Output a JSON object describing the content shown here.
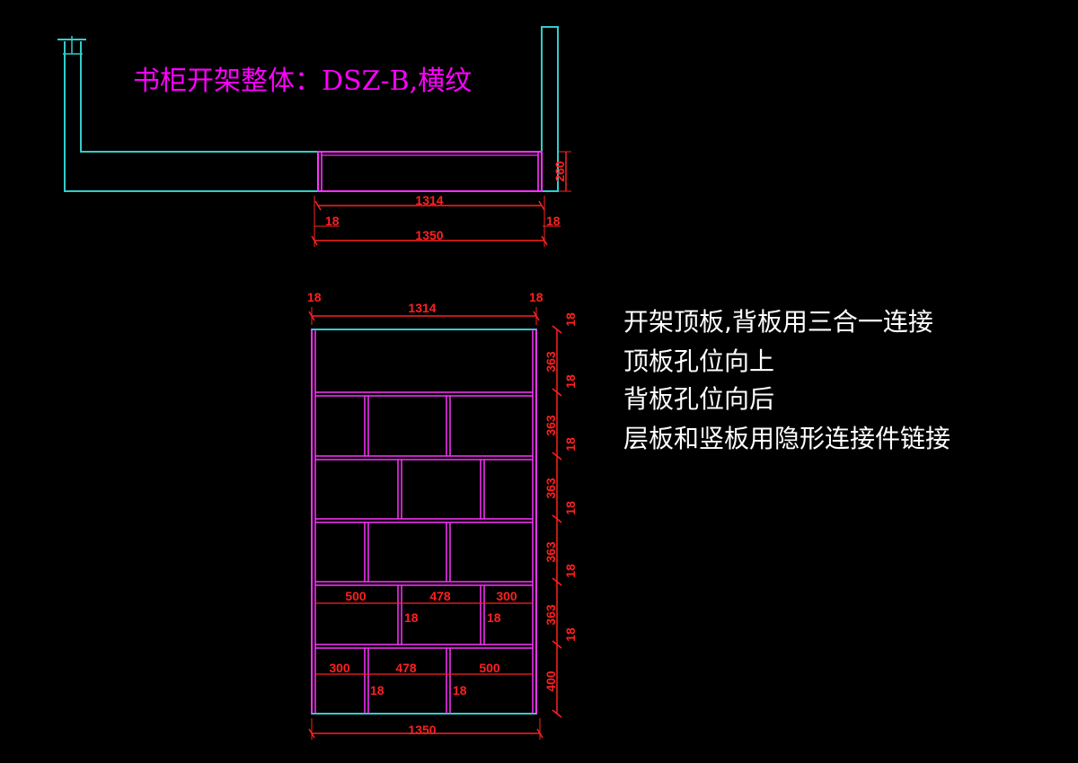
{
  "title": "书柜开架整体：DSZ-B,横纹",
  "notes": [
    "开架顶板,背板用三合一连接",
    "顶板孔位向上",
    "背板孔位向后",
    "层板和竖板用隐形连接件链接"
  ],
  "colors": {
    "background": "#000000",
    "wall": "#33cccc",
    "panel": "#ff33ff",
    "dimension": "#ff2020",
    "title": "#ff00ff",
    "note": "#ffffff"
  },
  "plan_dims": {
    "inner_width": "1314",
    "outer_width": "1350",
    "side_left": "18",
    "side_right": "18",
    "depth": "260"
  },
  "elevation_dims": {
    "top_inner_width": "1314",
    "top_side_left": "18",
    "top_side_right": "18",
    "bottom_width": "1350",
    "right_side": [
      "18",
      "363",
      "18",
      "363",
      "18",
      "363",
      "18",
      "363",
      "18",
      "363",
      "18",
      "400"
    ],
    "row5_widths": [
      "500",
      "478",
      "300"
    ],
    "row5_thickness": [
      "18",
      "18"
    ],
    "row6_widths": [
      "300",
      "478",
      "500"
    ],
    "row6_thickness": [
      "18",
      "18"
    ]
  }
}
